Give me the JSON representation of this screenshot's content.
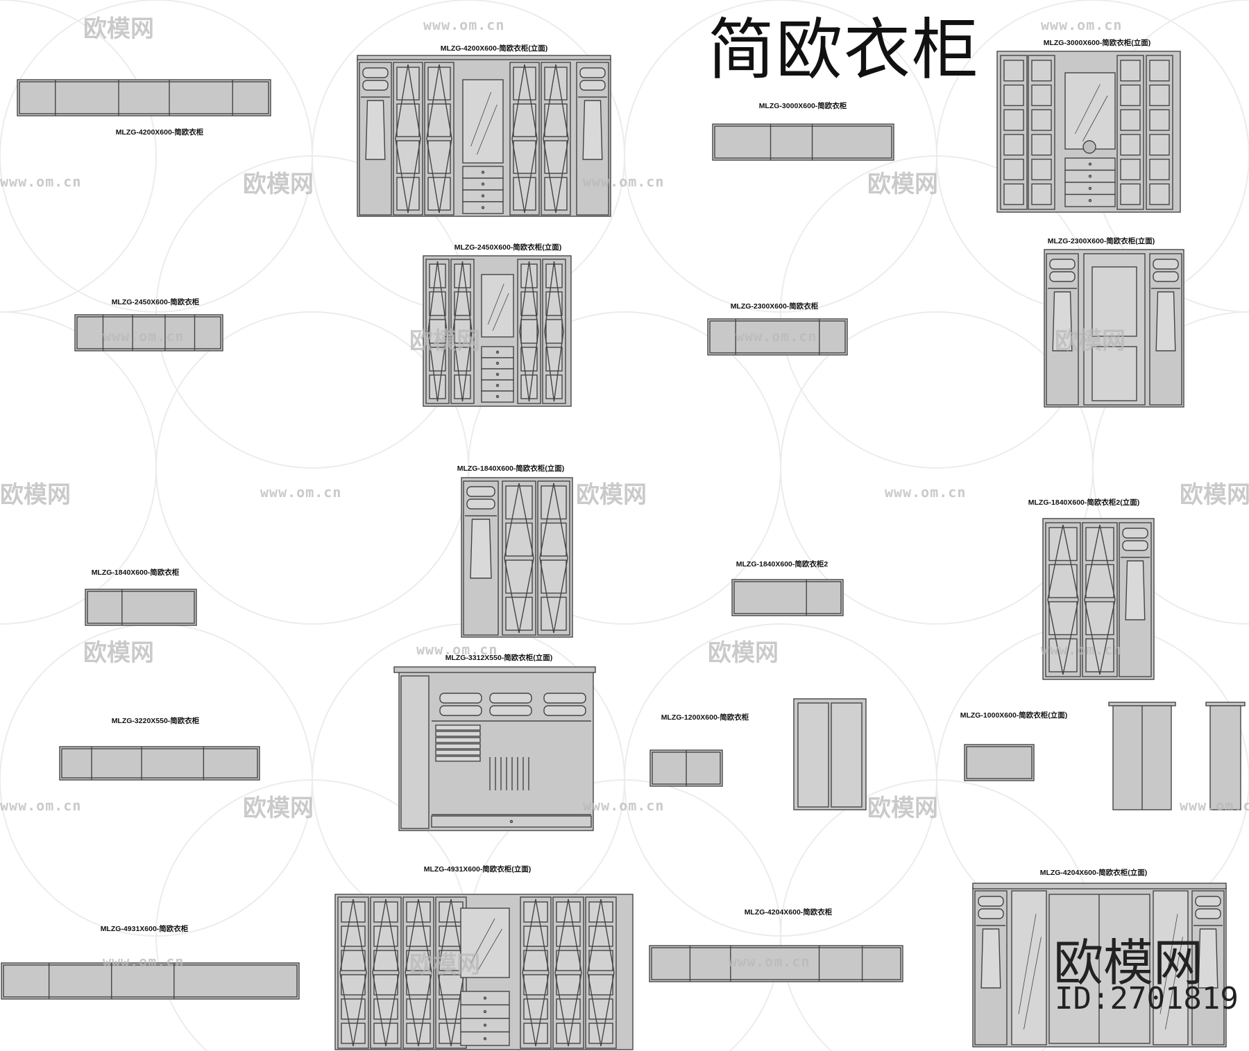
{
  "sheet_title": "简欧衣柜",
  "labels": {
    "plan_4200": "MLZG-4200X600-简欧衣柜",
    "elev_4200": "MLZG-4200X600-简欧衣柜(立面)",
    "plan_3000": "MLZG-3000X600-简欧衣柜",
    "elev_3000": "MLZG-3000X600-简欧衣柜(立面)",
    "plan_2450": "MLZG-2450X600-简欧衣柜",
    "elev_2450": "MLZG-2450X600-简欧衣柜(立面)",
    "plan_2300": "MLZG-2300X600-简欧衣柜",
    "elev_2300": "MLZG-2300X600-简欧衣柜(立面)",
    "plan_1840": "MLZG-1840X600-简欧衣柜",
    "elev_1840": "MLZG-1840X600-简欧衣柜(立面)",
    "plan_1840_2": "MLZG-1840X600-简欧衣柜2",
    "elev_1840_2": "MLZG-1840X600-简欧衣柜2(立面)",
    "plan_3220": "MLZG-3220X550-简欧衣柜",
    "elev_3312": "MLZG-3312X550-简欧衣柜(立面)",
    "plan_1200": "MLZG-1200X600-简欧衣柜",
    "elev_1000": "MLZG-1000X600-简欧衣柜(立面)",
    "plan_4931": "MLZG-4931X600-简欧衣柜",
    "elev_4931": "MLZG-4931X600-简欧衣柜(立面)",
    "plan_4204": "MLZG-4204X600-简欧衣柜",
    "elev_4204": "MLZG-4204X600-简欧衣柜(立面)"
  },
  "watermark": {
    "url": "www.om.cn",
    "logo": "欧模网"
  },
  "brand": {
    "name": "欧模网",
    "id": "ID:2701819"
  },
  "colors": {
    "fill": "#c8c8c8",
    "stroke": "#444444",
    "watermark": "#b9b9b9"
  }
}
